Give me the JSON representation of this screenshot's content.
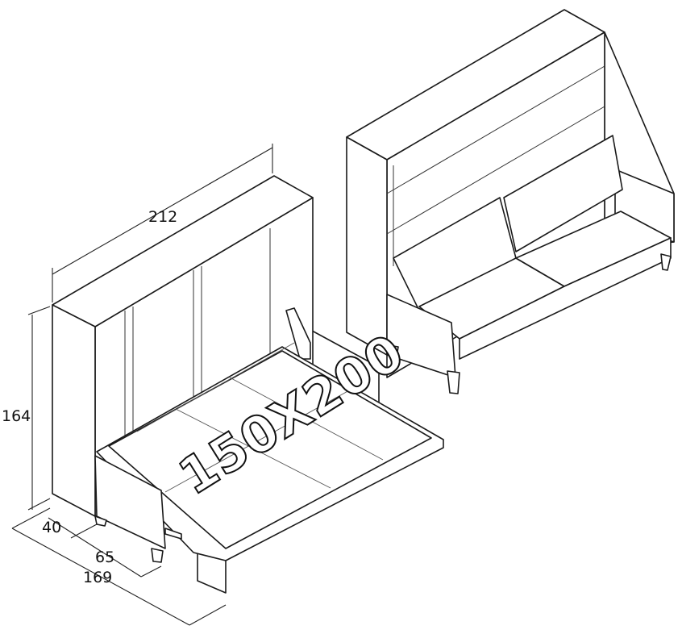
{
  "dimensions": {
    "width": "212",
    "height": "164",
    "depth_closed": "40",
    "depth_sofa": "65",
    "depth_open": "169"
  },
  "bed_size": "150X200"
}
